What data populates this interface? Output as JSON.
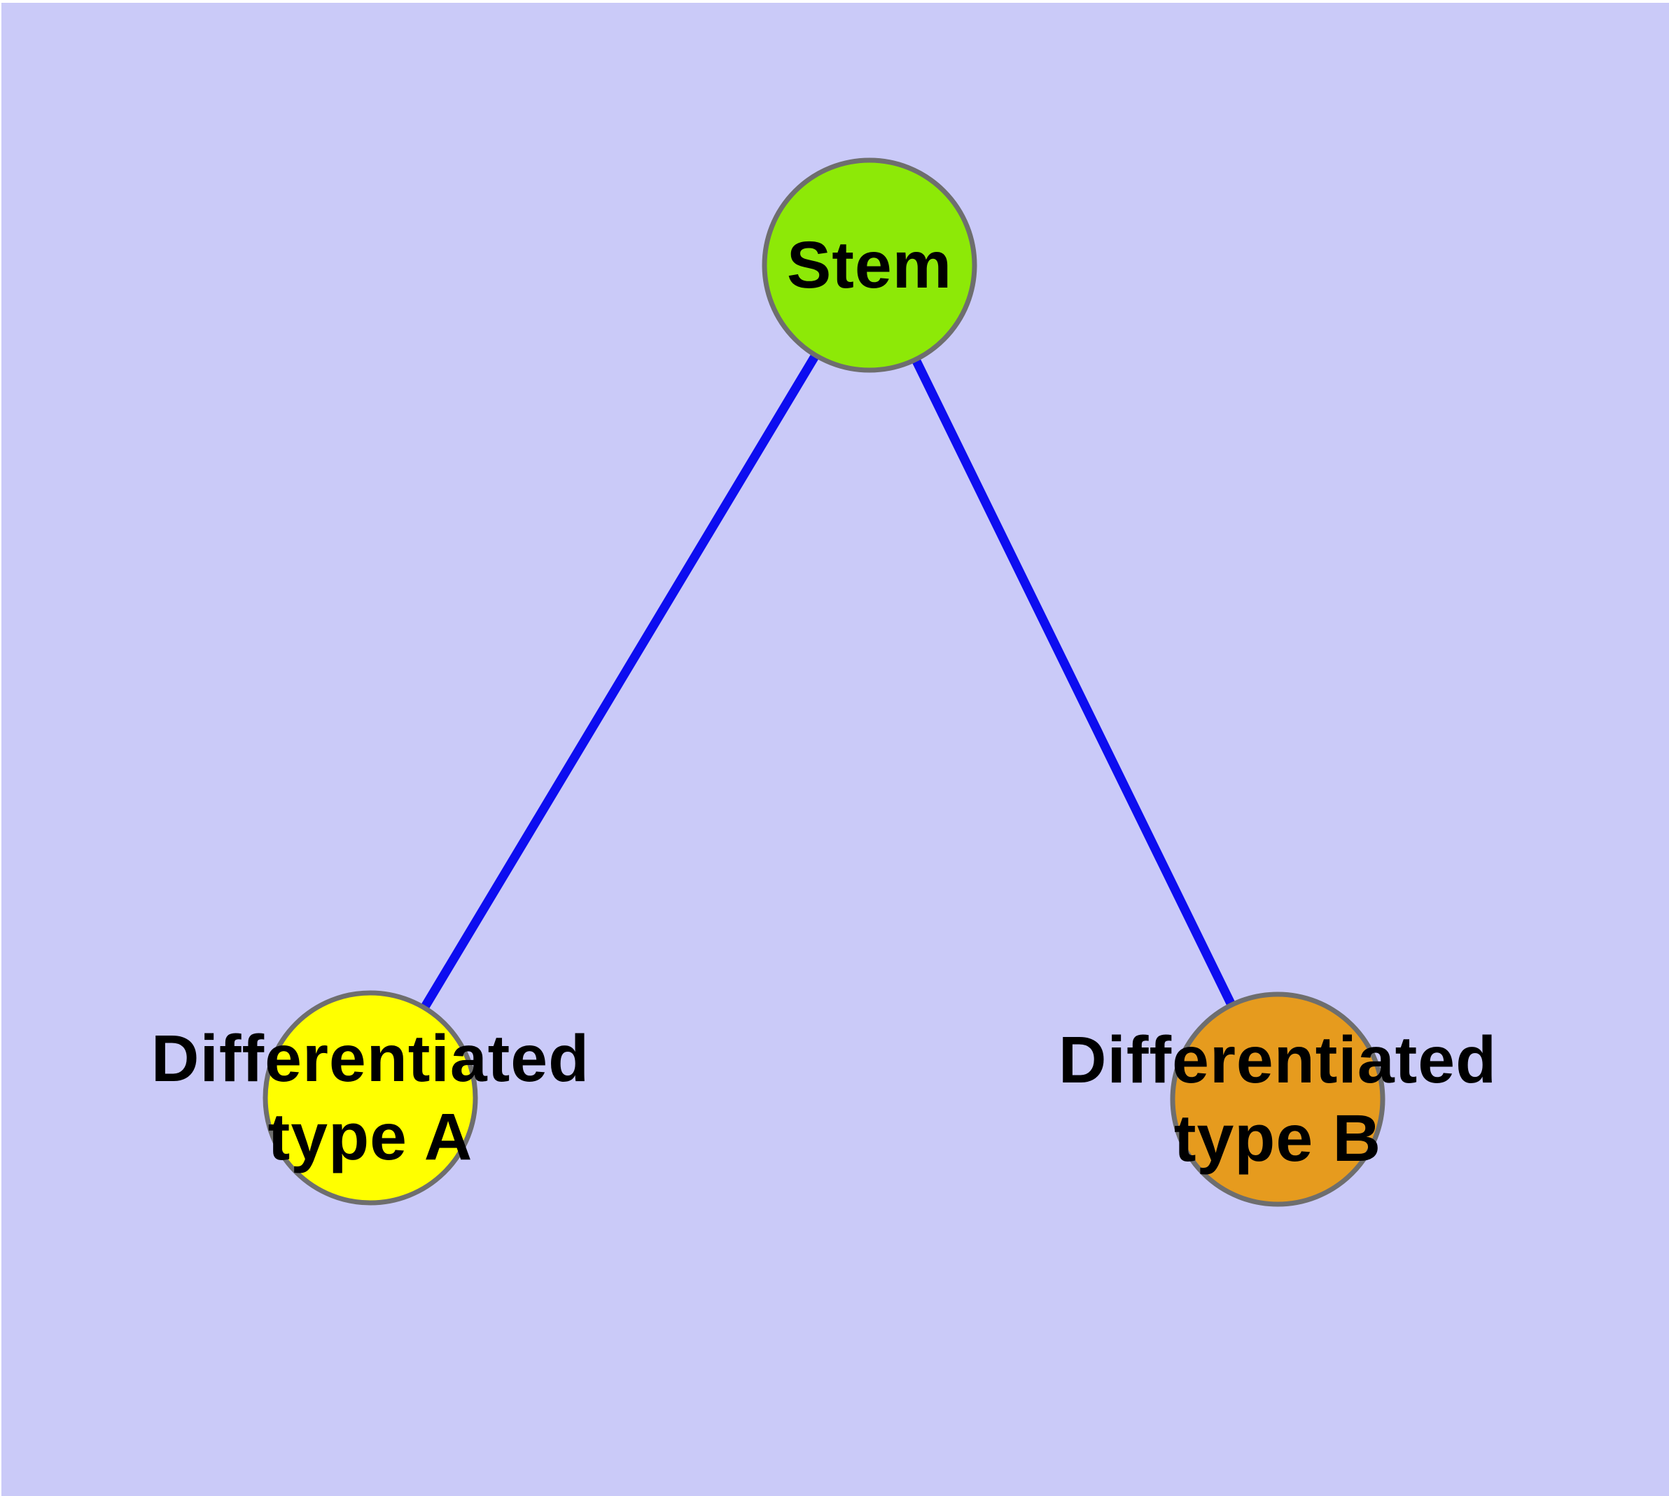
{
  "theme": {
    "page_bg": "#FFFFFF",
    "canvas_bg": "#CACAF8",
    "node_border": "#6E6E6E",
    "edge_color": "#0D0DF0",
    "label_color": "#000000"
  },
  "diagram": {
    "type": "node-link-graph",
    "nodes": [
      {
        "id": "stem",
        "label_lines": [
          "Stem"
        ],
        "fill": "#8DE907"
      },
      {
        "id": "differentiated-type-a",
        "label_lines": [
          "Differentiated",
          "type A"
        ],
        "fill": "#FFFF00"
      },
      {
        "id": "differentiated-type-b",
        "label_lines": [
          "Differentiated",
          "type B"
        ],
        "fill": "#E69B1E"
      }
    ],
    "edges": [
      {
        "from": "stem",
        "to": "differentiated-type-a"
      },
      {
        "from": "stem",
        "to": "differentiated-type-b"
      }
    ]
  }
}
